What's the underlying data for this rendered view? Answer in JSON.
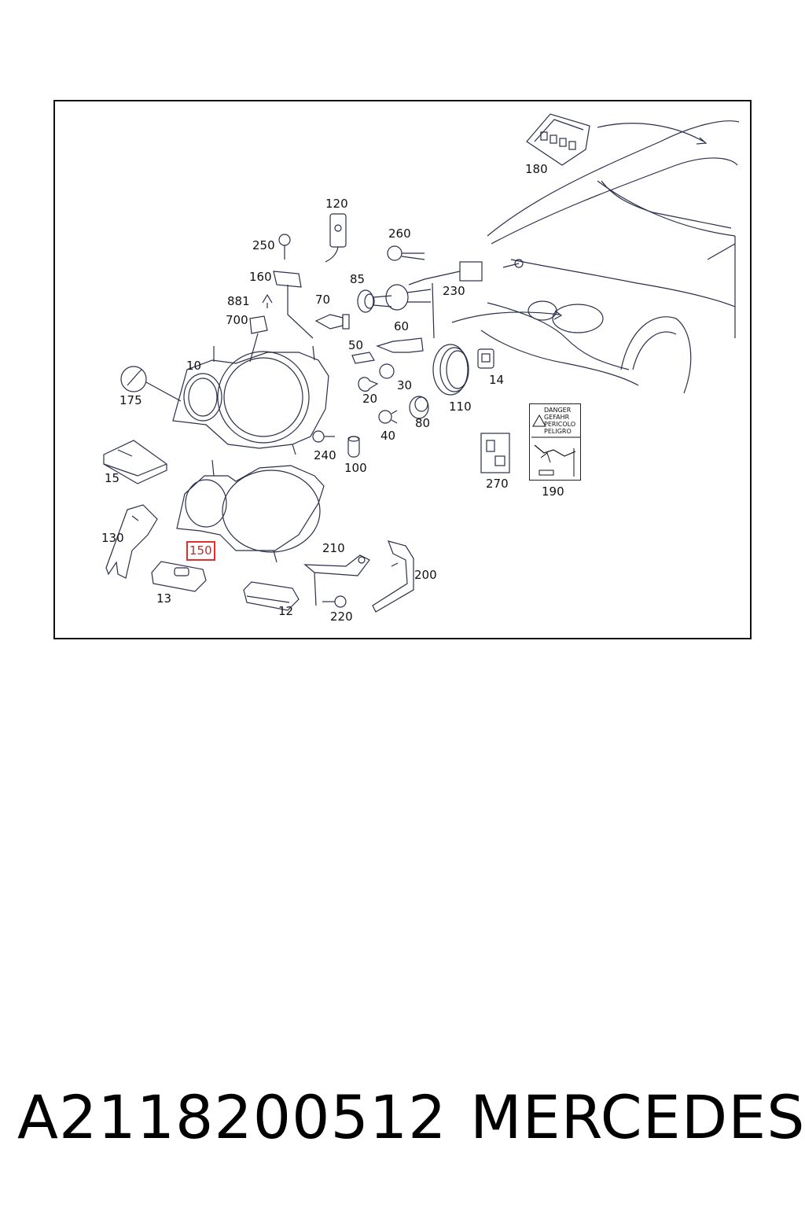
{
  "diagram": {
    "callouts": {
      "c180": "180",
      "c120": "120",
      "c250": "250",
      "c260": "260",
      "c160": "160",
      "c85": "85",
      "c230": "230",
      "c881": "881",
      "c70": "70",
      "c700": "700",
      "c60": "60",
      "c50": "50",
      "c10": "10",
      "c14": "14",
      "c30": "30",
      "c175": "175",
      "c20": "20",
      "c110": "110",
      "c80": "80",
      "c40": "40",
      "c240": "240",
      "c100": "100",
      "c15": "15",
      "c270": "270",
      "c190": "190",
      "c210": "210",
      "c130": "130",
      "c150": "150",
      "c200": "200",
      "c13": "13",
      "c12": "12",
      "c220": "220"
    },
    "warning_label": {
      "line1": "DANGER",
      "line2": "GEFAHR",
      "line3": "PERICOLO",
      "line4": "PELIGRO"
    },
    "highlight_color": "#e03030"
  },
  "footer": {
    "part_number": "A2118200512",
    "make": "MERCEDES"
  }
}
